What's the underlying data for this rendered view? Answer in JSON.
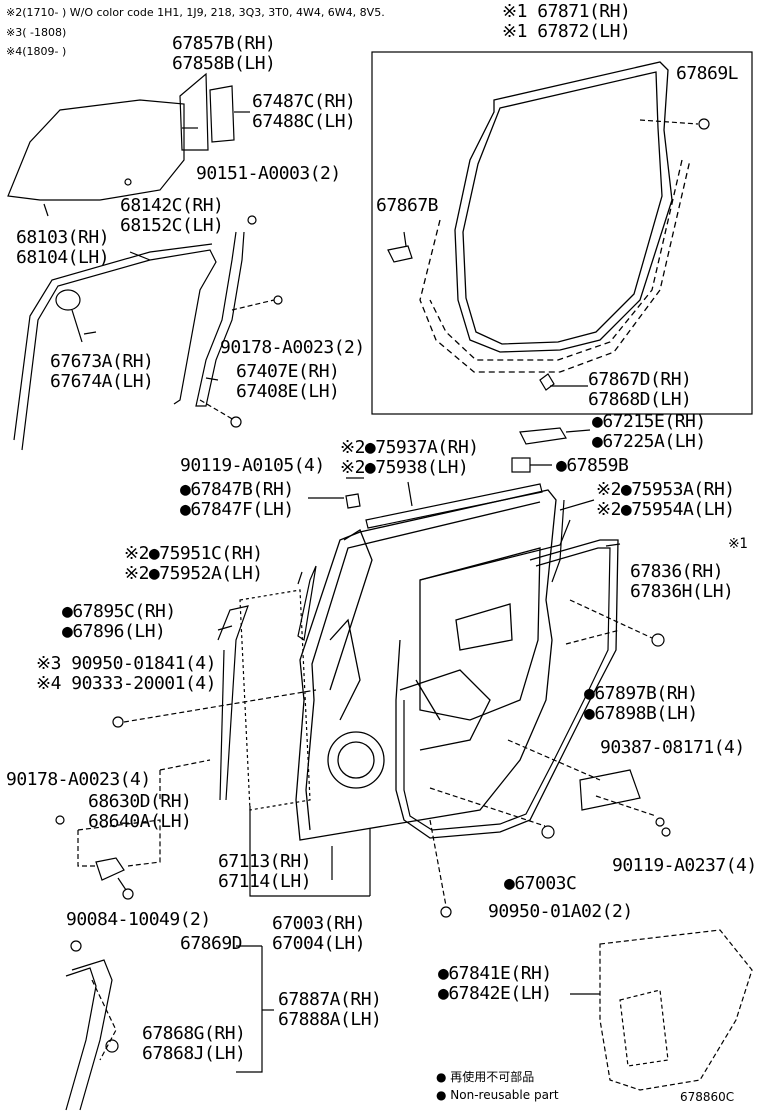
{
  "notes": {
    "n2": "※2(1710-     ) W/O color code 1H1, 1J9, 218, 3Q3, 3T0, 4W4, 6W4, 8V5.",
    "n3": "※3(     -1808)",
    "n4": "※4(1809-     )"
  },
  "labels": {
    "p67871": "※1 67871(RH)",
    "p67872": "※1 67872(LH)",
    "p67869L": "67869L",
    "p67857B": "67857B(RH)",
    "p67858B": "67858B(LH)",
    "p67487C": "67487C(RH)",
    "p67488C": "67488C(LH)",
    "p90151": "90151-A0003(2)",
    "p68142C": "68142C(RH)",
    "p68152C": "68152C(LH)",
    "p68103": "68103(RH)",
    "p68104": "68104(LH)",
    "p67867B": "67867B",
    "p90178a": "90178-A0023(2)",
    "p67673A": "67673A(RH)",
    "p67674A": "67674A(LH)",
    "p67407E": "67407E(RH)",
    "p67408E": "67408E(LH)",
    "p67867D": "67867D(RH)",
    "p67868D": "67868D(LH)",
    "p90119a": "90119-A0105(4)",
    "p67215E": "●67215E(RH)",
    "p67225A": "●67225A(LH)",
    "p75937A": "※2●75937A(RH)",
    "p75938": "※2●75938(LH)",
    "p67859B": "●67859B",
    "p67847B": "●67847B(RH)",
    "p67847F": "●67847F(LH)",
    "p75953A": "※2●75953A(RH)",
    "p75954A": "※2●75954A(LH)",
    "p75951C": "※2●75951C(RH)",
    "p75952A": "※2●75952A(LH)",
    "star1": "※1",
    "p67836": "67836(RH)",
    "p67836H": "67836H(LH)",
    "p67895C": "●67895C(RH)",
    "p67896": "●67896(LH)",
    "p90950a": "※3 90950-01841(4)",
    "p90333": "※4 90333-20001(4)",
    "p67897B": "●67897B(RH)",
    "p67898B": "●67898B(LH)",
    "p90387": "90387-08171(4)",
    "p90178b": "90178-A0023(4)",
    "p68630D": "68630D(RH)",
    "p68640A": "68640A(LH)",
    "p67113": "67113(RH)",
    "p67114": "67114(LH)",
    "p90119b": "90119-A0237(4)",
    "p67003C": "●67003C",
    "p90084": "90084-10049(2)",
    "p67003": "67003(RH)",
    "p67004": "67004(LH)",
    "p90950b": "90950-01A02(2)",
    "p67869D": "67869D",
    "p67841E": "●67841E(RH)",
    "p67842E": "●67842E(LH)",
    "p67887A": "67887A(RH)",
    "p67888A": "67888A(LH)",
    "p67868G": "67868G(RH)",
    "p67868J": "67868J(LH)"
  },
  "legend": {
    "line1": "● 再使用不可部品",
    "line2": "● Non-reusable part"
  },
  "code": "678860C"
}
